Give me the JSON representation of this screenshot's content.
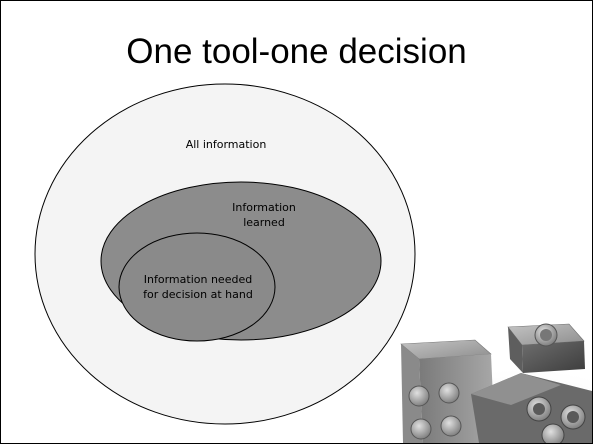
{
  "slide": {
    "title": "One tool-one decision"
  },
  "diagram": {
    "outer_label": "All information",
    "middle_label": "Information\nlearned",
    "inner_label": "Information needed\nfor decision at hand",
    "colors": {
      "outer_fill": "#f4f4f4",
      "middle_fill": "#8c8c8c",
      "inner_fill": "#8a8a8a",
      "stroke": "#000000"
    }
  },
  "decoration": {
    "image": "lego-bricks-photo"
  }
}
